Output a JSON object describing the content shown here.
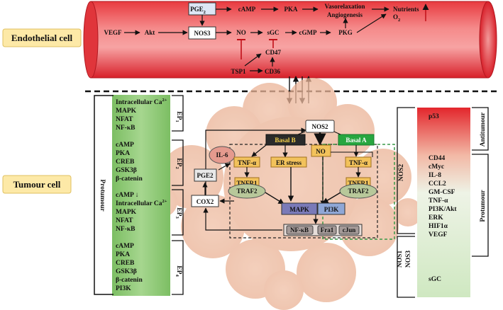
{
  "endothelial_label": "Endothelial cell",
  "tumour_label": "Tumour cell",
  "vessel": {
    "pge2": "PGE",
    "pge2_sub": "2",
    "camp": "cAMP",
    "pka": "PKA",
    "vasorelaxation": "Vasorelaxation",
    "angiogenesis": "Angiogenesis",
    "nutrients": "Nutrients",
    "o2": "O",
    "o2_sub": "2",
    "vegf": "VEGF",
    "akt": "Akt",
    "nos3": "NOS3",
    "no": "NO",
    "sgc": "sGC",
    "cgmp": "cGMP",
    "pkg": "PKG",
    "cd47": "CD47",
    "tsp1": "TSP1",
    "cd36": "CD36"
  },
  "left_panel": {
    "protumour": "Protumour",
    "ep1": [
      "Intracellular Ca",
      "MAPK",
      "NFAT",
      "NF-κB"
    ],
    "ep2": [
      "cAMP",
      "PKA",
      "CREB",
      "GSK3β",
      "β-catenin"
    ],
    "ep3": [
      "cAMP ↓",
      "Intracellular Ca",
      "MAPK",
      "NFAT",
      "NF-κB"
    ],
    "ep4": [
      "cAMP",
      "PKA",
      "CREB",
      "GSK3β",
      "β-catenin",
      "PI3K"
    ],
    "sup": "2+",
    "ep_labels": [
      "EP",
      "EP",
      "EP",
      "EP"
    ],
    "ep_subs": [
      "1",
      "2",
      "3",
      "4"
    ]
  },
  "center": {
    "nos2": "NOS2",
    "basal_b": "Basal B",
    "basal_a": "Basal A",
    "no": "NO",
    "il6": "IL-6",
    "pge2": "PGE2",
    "cox2": "COX2",
    "tnfa_left": "TNF-α",
    "er_stress": "ER stress",
    "tnfa_right": "TNF-α",
    "tnfr1_left": "TNFR1",
    "traf2_left": "TRAF2",
    "tnfr1_right": "TNFR1",
    "traf2_right": "TRAF2",
    "mapk": "MAPK",
    "pi3k": "PI3K",
    "nfkb": "NF-κB",
    "fra1": "Fra1",
    "cjun": "cJun"
  },
  "right_panel": {
    "p53": "p53",
    "items": [
      "CD44",
      "cMyc",
      "IL-8",
      "CCL2",
      "GM-CSF",
      "TNF-α",
      "PI3K/Akt",
      "ERK",
      "HIF1α",
      "VEGF"
    ],
    "sgc": "sGC",
    "antitumour": "Antitumour",
    "protumour": "Protumour",
    "nos2": "NOS2",
    "nos1": "NOS1",
    "nos3": "NOS3"
  },
  "colors": {
    "vessel_red": "#d8202a",
    "label_box": "#fde9a7",
    "left_green": "#8cc872",
    "basal_b": "#2a2a2a",
    "basal_a": "#27a640",
    "orange_box": "#f2c25b",
    "mapk": "#7a7ab8",
    "traf2": "#b8c89a"
  }
}
